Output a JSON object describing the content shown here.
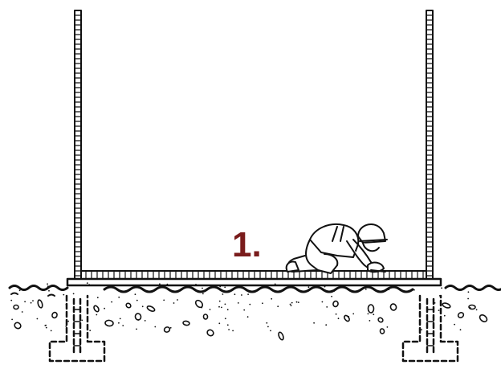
{
  "diagram": {
    "step_label": "1.",
    "colors": {
      "ink": "#111111",
      "label": "#7a1c1c",
      "background": "#ffffff"
    },
    "elements": [
      "left-wall",
      "right-wall",
      "floor-slab",
      "ground-line",
      "left-footing",
      "right-footing",
      "kneeling-worker"
    ]
  }
}
